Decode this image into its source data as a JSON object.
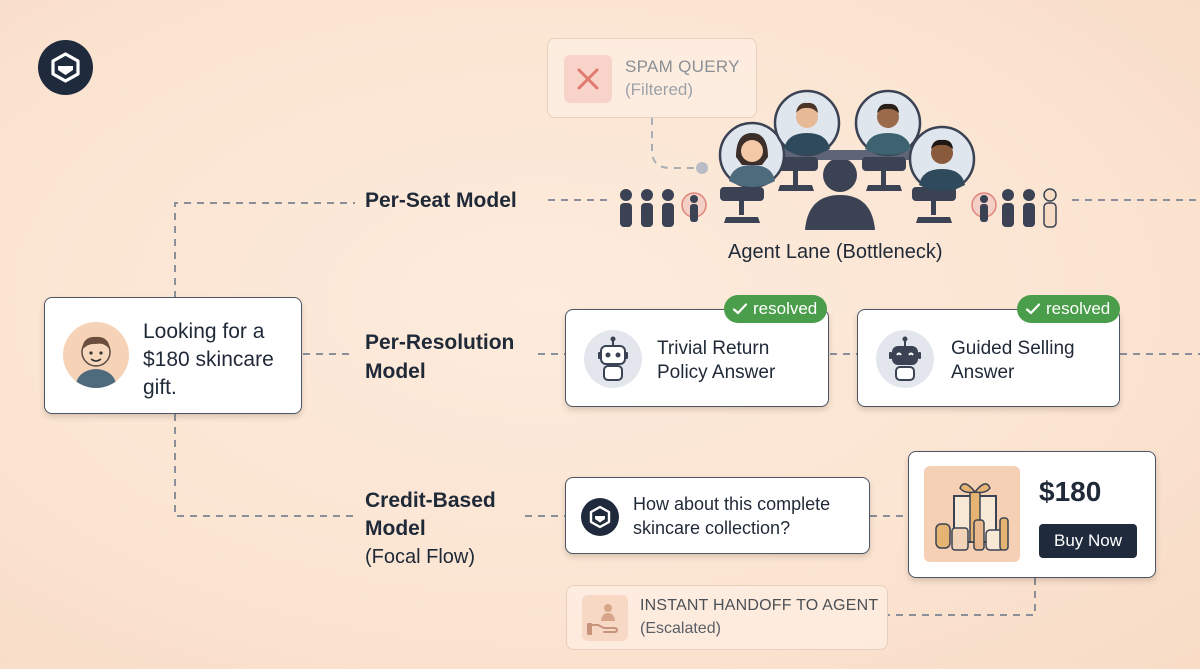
{
  "customer": {
    "message": "Looking for a $180 skincare gift."
  },
  "spam": {
    "title": "SPAM QUERY",
    "subtitle": "(Filtered)"
  },
  "models": {
    "per_seat": {
      "label": "Per-Seat Model",
      "lane_label": "Agent Lane (Bottleneck)"
    },
    "per_resolution": {
      "label_line1": "Per-Resolution",
      "label_line2": "Model",
      "cards": [
        {
          "line1": "Trivial Return",
          "line2": "Policy Answer",
          "badge": "resolved"
        },
        {
          "line1": "Guided Selling",
          "line2": "Answer",
          "badge": "resolved"
        }
      ]
    },
    "credit_based": {
      "label_line1": "Credit-Based",
      "label_line2": "Model",
      "label_line3": "(Focal Flow)",
      "suggestion_line1": "How about this complete",
      "suggestion_line2": "skincare collection?",
      "price": "$180",
      "buy_label": "Buy Now",
      "handoff_title": "INSTANT HANDOFF TO AGENT",
      "handoff_subtitle": "(Escalated)"
    }
  },
  "colors": {
    "background": "#fbe5d3",
    "resolved_green": "#4a9d4a",
    "dark_navy": "#1f2937",
    "spam_red": "#e07a6f"
  },
  "icons": [
    "brand-logo-icon",
    "spam-x-icon",
    "person-queue-icon",
    "agent-avatar-icon",
    "office-chair-icon",
    "robot-icon",
    "check-icon",
    "product-box-icon",
    "hand-handoff-icon",
    "customer-avatar-icon"
  ]
}
